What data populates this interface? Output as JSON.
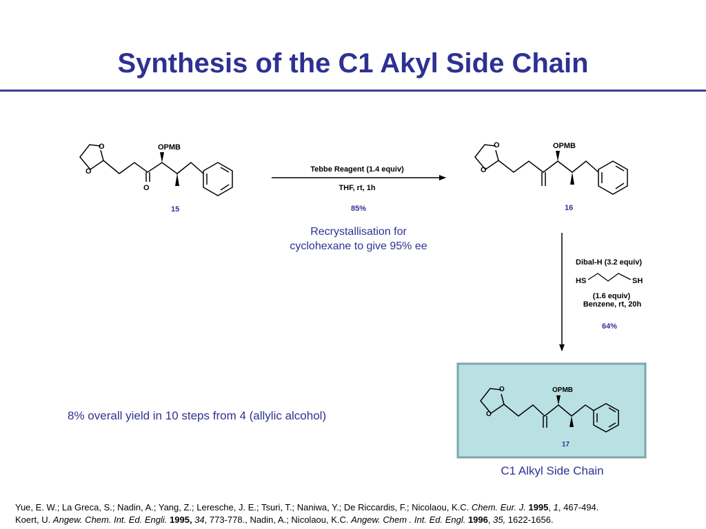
{
  "title": "Synthesis of the C1 Akyl Side Chain",
  "colors": {
    "title": "#2e3192",
    "rule": "#3d3d8f",
    "box_fill": "#b9e0e3",
    "box_border": "#7fa5ad",
    "compound_number": "#2e3192"
  },
  "compounds": {
    "c15": {
      "number": "15",
      "o1": "O",
      "o2": "O",
      "substituent": "OPMB",
      "carbonyl": "O"
    },
    "c16": {
      "number": "16",
      "o1": "O",
      "o2": "O",
      "substituent": "OPMB"
    },
    "c17": {
      "number": "17",
      "o1": "O",
      "o2": "O",
      "substituent": "OPMB"
    }
  },
  "step1": {
    "reagent": "Tebbe Reagent (1.4 equiv)",
    "conditions": "THF, rt, 1h",
    "yield": "85%"
  },
  "step2": {
    "reagent": "Dibal-H (3.2 equiv)",
    "thiol_left": "HS",
    "thiol_right": "SH",
    "thiol_equiv": "(1.6 equiv)",
    "conditions": "Benzene, rt, 20h",
    "yield": "64%"
  },
  "note_recrystallisation": [
    "Recrystallisation for",
    "cyclohexane to give 95% ee"
  ],
  "overall_yield": "8% overall yield in 10 steps from 4 (allylic alcohol)",
  "box_caption": "C1 Alkyl Side Chain",
  "references": {
    "line1": [
      {
        "t": "Yue, E. W.; La Greca, S.; Nadin, A.; Yang, Z.; Leresche, J. E.; Tsuri, T.; Naniwa, Y.; De Riccardis, F.; Nicolaou, K.C. ",
        "s": ""
      },
      {
        "t": "Chem. Eur. J.",
        "s": "i"
      },
      {
        "t": " ",
        "s": ""
      },
      {
        "t": "1995",
        "s": "b"
      },
      {
        "t": ", ",
        "s": ""
      },
      {
        "t": "1",
        "s": "i"
      },
      {
        "t": ", 467-494.",
        "s": ""
      }
    ],
    "line2": [
      {
        "t": "Koert, U. ",
        "s": ""
      },
      {
        "t": "Angew. Chem. Int. Ed. Engli.",
        "s": "i"
      },
      {
        "t": " ",
        "s": ""
      },
      {
        "t": "1995,",
        "s": "b"
      },
      {
        "t": " ",
        "s": ""
      },
      {
        "t": "34",
        "s": "i"
      },
      {
        "t": ", 773-778., Nadin, A.; Nicolaou, K.C. ",
        "s": ""
      },
      {
        "t": "Angew. Chem . Int. Ed. Engl.",
        "s": "i"
      },
      {
        "t": " ",
        "s": ""
      },
      {
        "t": "1996",
        "s": "b"
      },
      {
        "t": ", ",
        "s": ""
      },
      {
        "t": "35,",
        "s": "i"
      },
      {
        "t": " 1622-1656.",
        "s": ""
      }
    ]
  }
}
